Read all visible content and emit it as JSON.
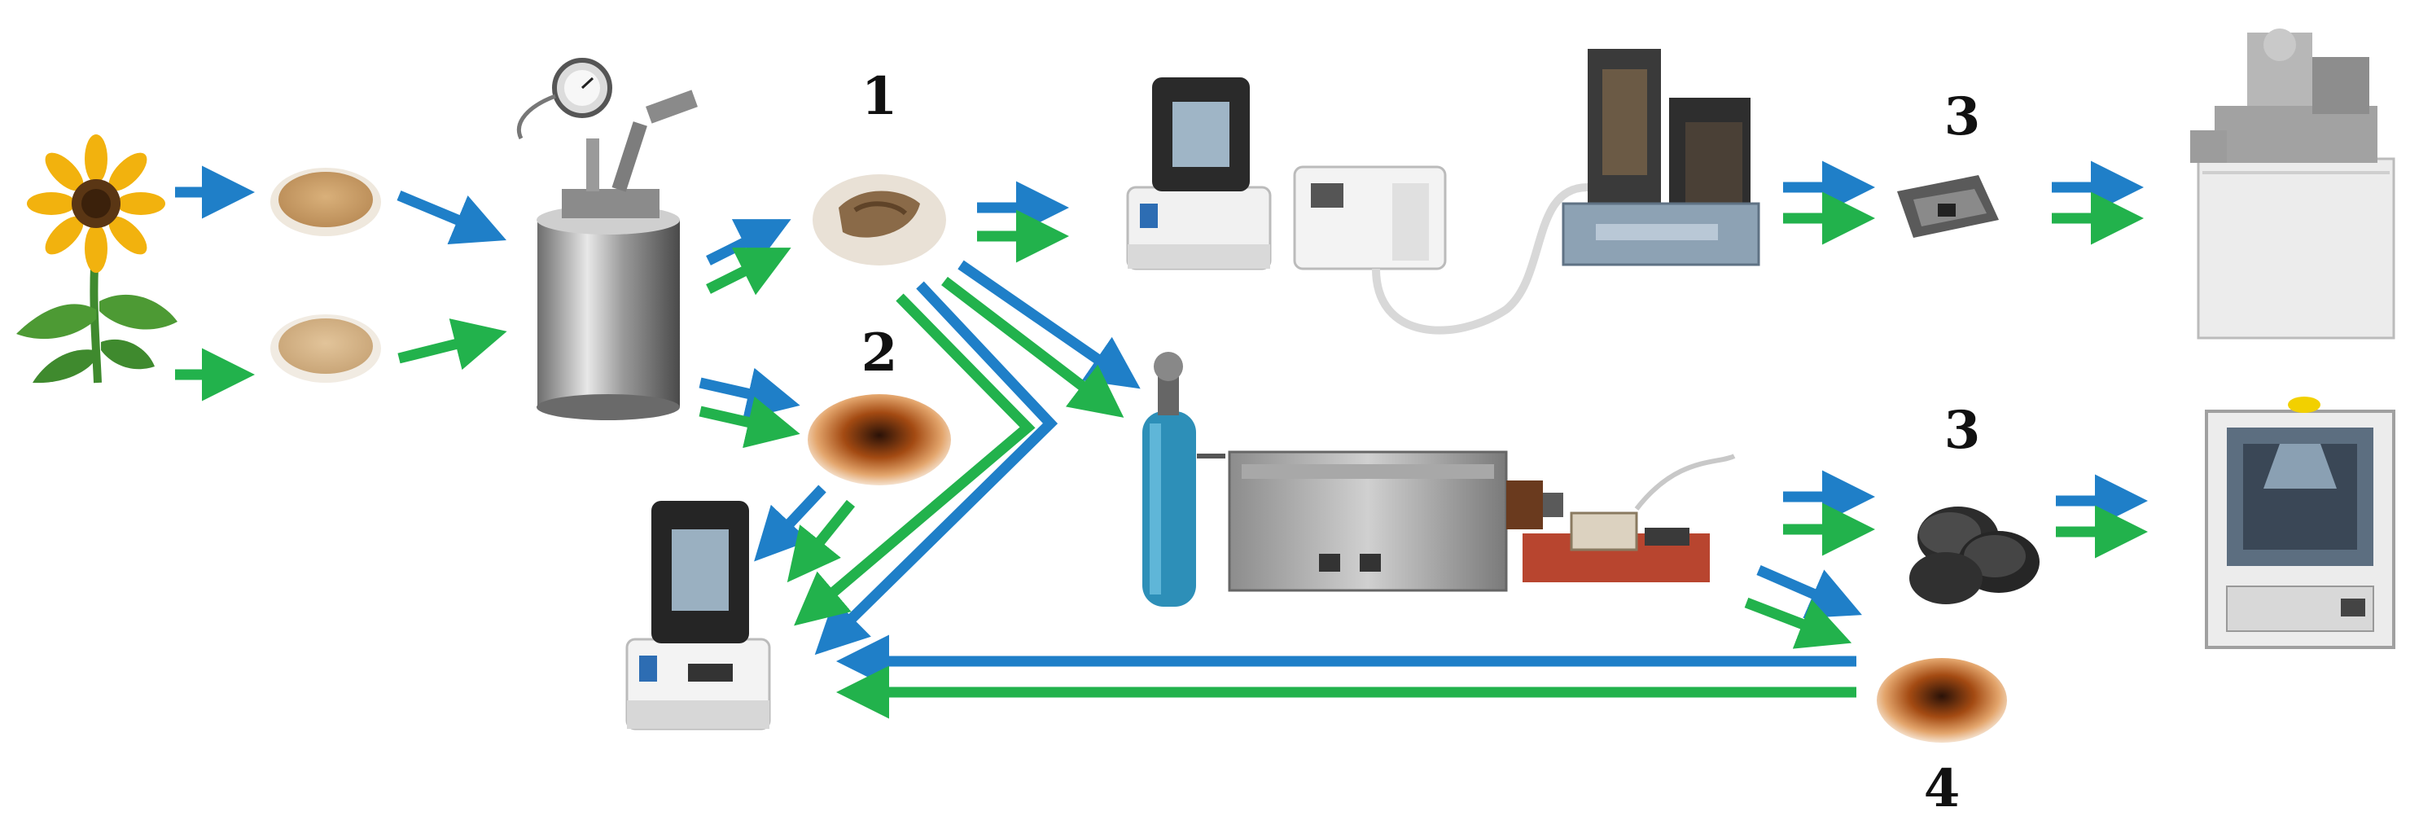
{
  "labels": {
    "step1": "1",
    "step2": "2",
    "step3_top": "3",
    "step3_bottom": "3",
    "step4": "4"
  },
  "colors": {
    "blue_arrow": "#1f7fc8",
    "green_arrow": "#22b24c",
    "background": "#ffffff"
  },
  "icons": [
    "sunflower-plant-icon",
    "ground-powder-dish-icon",
    "sieved-powder-dish-icon",
    "hydrothermal-reactor-icon",
    "solid-product-dish-icon",
    "liquid-product-dish-icon",
    "ftir-spectrometer-icon",
    "thermogravimetric-analyzer-icon",
    "sample-holder-icon",
    "scanning-electron-microscope-icon",
    "nitrogen-gas-cylinder-icon",
    "tube-furnace-icon",
    "pellet-samples-icon",
    "liquid-residue-dish-icon",
    "x-ray-diffractometer-icon"
  ]
}
